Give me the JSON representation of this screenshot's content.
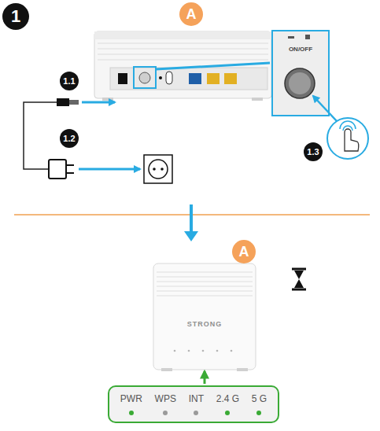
{
  "diagram": {
    "nodes": [
      {
        "text": [
          "1"
        ]
      },
      {
        "text": [
          "A"
        ]
      },
      {
        "text": [
          "ON/OFF"
        ]
      },
      {
        "text": [
          "1.1"
        ]
      },
      {
        "text": [
          "1.2"
        ]
      },
      {
        "text": [
          "1.3"
        ]
      },
      {
        "text": [
          "A"
        ]
      },
      {
        "text": [
          "STRONG"
        ]
      },
      {
        "text": [
          "PWR",
          "WPS",
          "INT",
          "2.4 G",
          "5 G"
        ]
      }
    ],
    "edges": [
      {
        "from": 8,
        "to": 7,
        "arrow": "to"
      }
    ]
  }
}
